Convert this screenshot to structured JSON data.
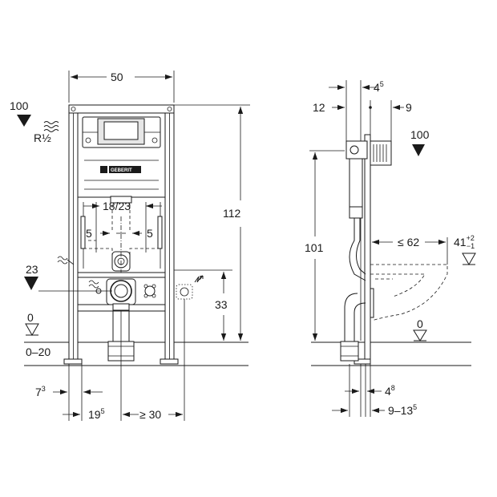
{
  "front": {
    "width": "50",
    "height": "112",
    "water_level": "100",
    "water_connection": "R½",
    "drain_level": "23",
    "floor_level": "0",
    "floor_range": "0–20",
    "inner_span": "18/23",
    "offset_left": "5",
    "offset_right": "5",
    "power_height": "33",
    "bottom_left_base": "7",
    "bottom_left_sup": "3",
    "bottom_mid_base": "19",
    "bottom_mid_sup": "5",
    "bottom_right": "≥ 30",
    "brand": "GEBERIT"
  },
  "side": {
    "top_left": "12",
    "top_mid_base": "4",
    "top_mid_sup": "5",
    "top_right": "9",
    "water_level": "100",
    "height": "101",
    "bowl_depth": "≤ 62",
    "bowl_height_base": "41",
    "bowl_height_sup": "+2",
    "bowl_height_sub": "−1",
    "floor_level": "0",
    "bottom_1_base": "4",
    "bottom_1_sup": "8",
    "bottom_2_base": "9–13",
    "bottom_2_sup": "5"
  }
}
